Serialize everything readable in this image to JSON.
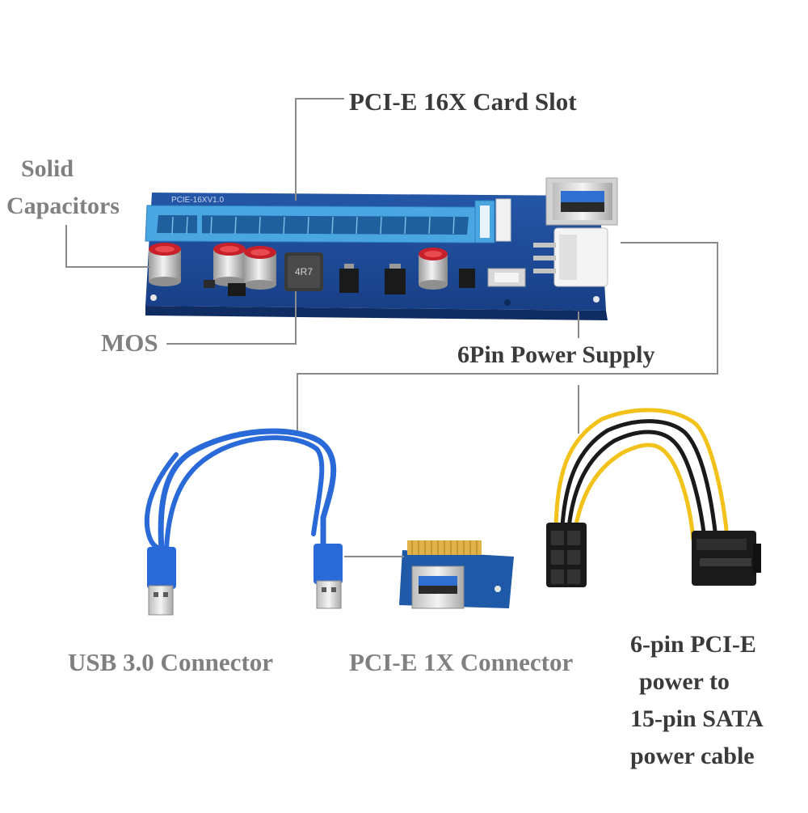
{
  "labels": {
    "card_slot": "PCI-E 16X Card Slot",
    "capacitors_line1": "Solid",
    "capacitors_line2": "Capacitors",
    "mos": "MOS",
    "power_supply": "6Pin Power Supply",
    "usb_connector": "USB 3.0 Connector",
    "pcie_1x_connector": "PCI-E 1X Connector",
    "cable_line1": "6-pin PCI-E",
    "cable_line2": "power to",
    "cable_line3": "15-pin SATA",
    "cable_line4": "power cable"
  },
  "board": {
    "silkscreen": "PCIE-16XV1.0",
    "inductor_mark": "4R7"
  },
  "colors": {
    "pcb_blue": "#1c4e9c",
    "slot_light_blue": "#4aa6e0",
    "cable_blue": "#2a6ad8",
    "leader_line": "#8a8a8a",
    "label_gray": "#808080",
    "label_dark": "#3a3a3a",
    "wire_yellow": "#f2c21a",
    "wire_black": "#1a1a1a"
  }
}
